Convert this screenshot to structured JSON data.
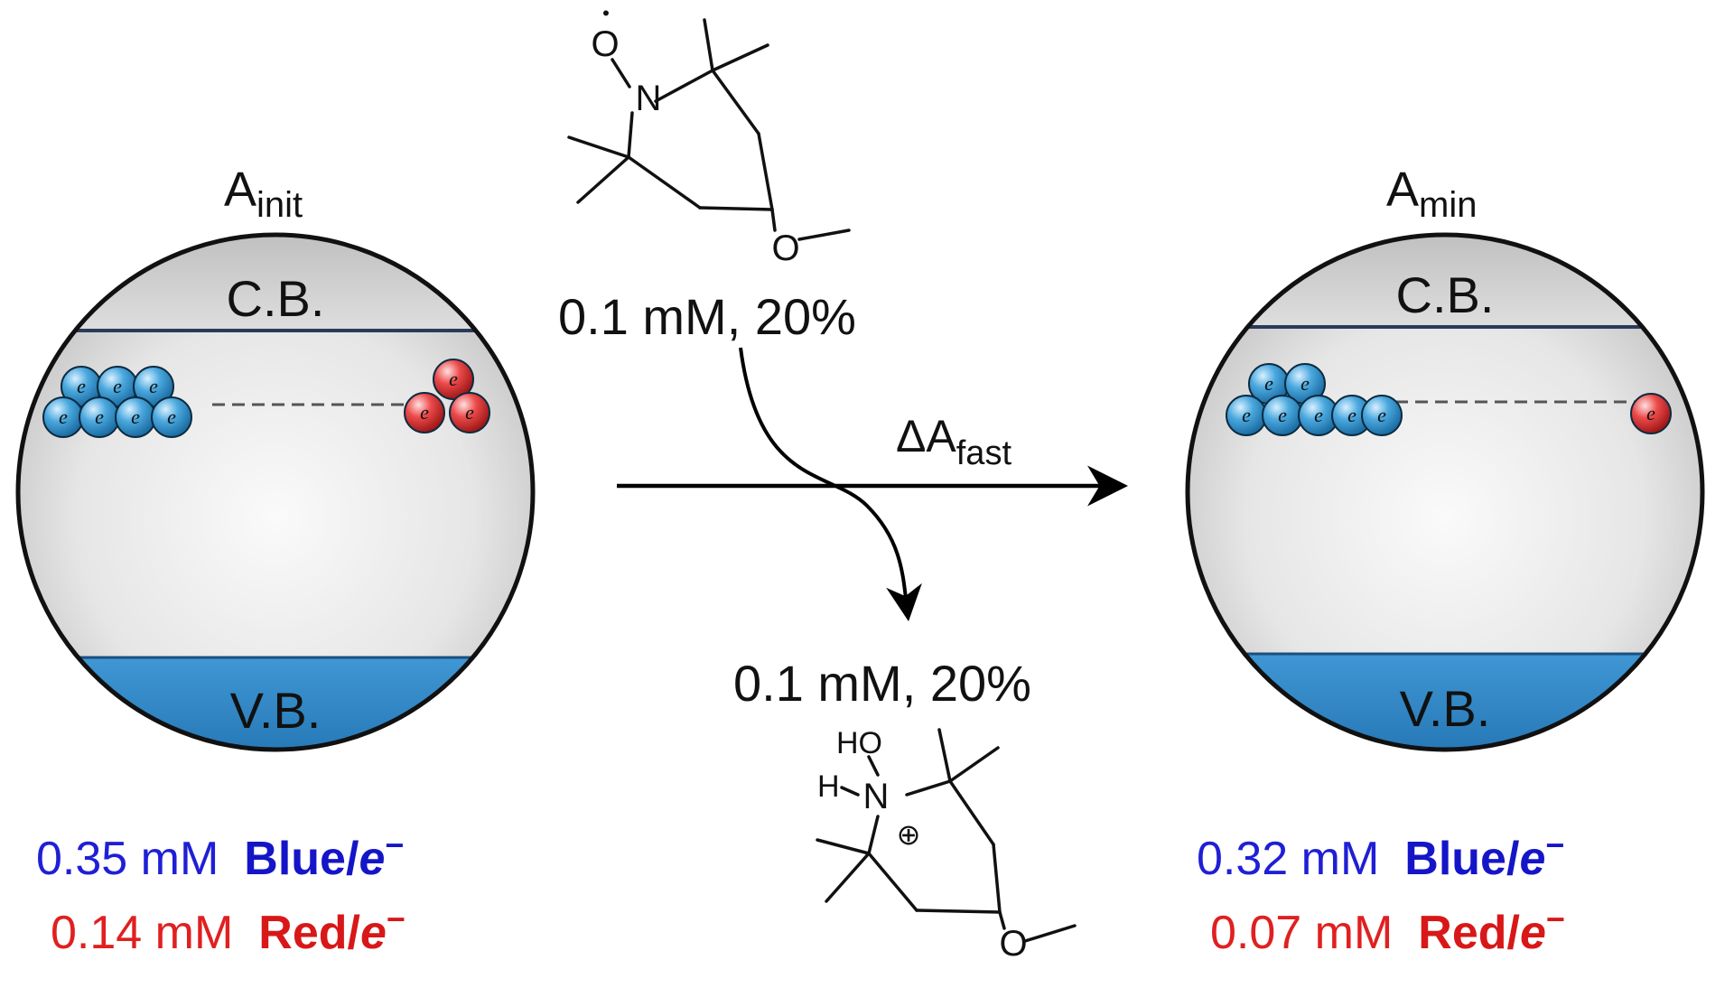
{
  "left": {
    "title_main": "A",
    "title_sub": "init",
    "cb_label": "C.B.",
    "vb_label": "V.B.",
    "blue_conc": "0.35 mM",
    "blue_label": "Blue/",
    "red_conc": "0.14 mM",
    "red_label": "Red/",
    "electron_letter": "e",
    "electron_sup": "−",
    "blue_count": 7,
    "red_count": 3
  },
  "right": {
    "title_main": "A",
    "title_sub": "min",
    "cb_label": "C.B.",
    "vb_label": "V.B.",
    "blue_conc": "0.32 mM",
    "blue_label": "Blue/",
    "red_conc": "0.07 mM",
    "red_label": "Red/",
    "electron_letter": "e",
    "electron_sup": "−",
    "blue_count": 7,
    "red_count": 1
  },
  "reaction": {
    "arrow_main": "ΔA",
    "arrow_sub": "fast",
    "reactant_amount": "0.1 mM, 20%",
    "product_amount": "0.1 mM, 20%"
  },
  "reactant": {
    "n_label": "N",
    "o_radical": "O",
    "radical_dot": "•",
    "ether_o": "O"
  },
  "product": {
    "n_label": "N",
    "ho_label": "HO",
    "h_label": "H",
    "charge": "⊕",
    "ether_o": "O"
  },
  "colors": {
    "blue_text": "#1f1fd6",
    "red_text": "#e02020",
    "band_blue": "#2b83c4",
    "electron_blue": "#3d9fd8",
    "electron_red": "#e84545"
  }
}
